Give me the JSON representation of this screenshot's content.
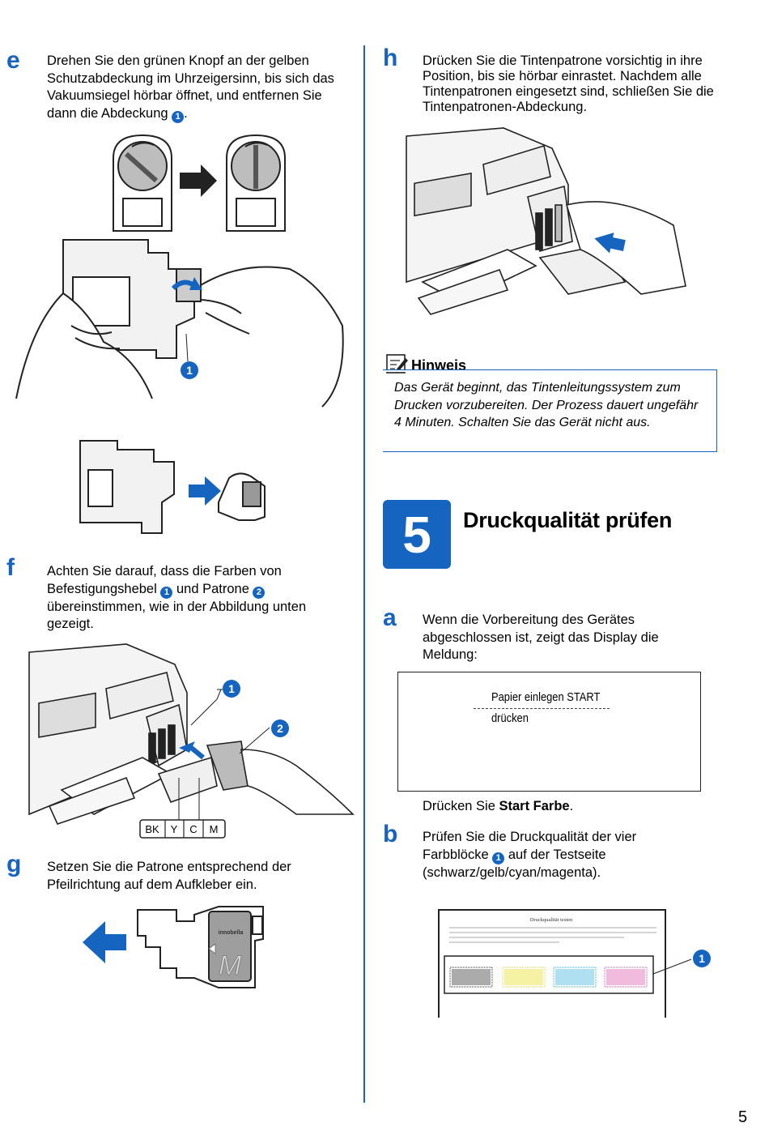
{
  "steps": {
    "e": {
      "letter": "e",
      "text": "Drehen Sie den grünen Knopf an der gelben Schutzabdeckung im Uhrzeigersinn, bis sich das Vakuumsiegel hörbar öffnet, und entfernen Sie dann die Abdeckung",
      "callout": "1",
      "text_end": "."
    },
    "f": {
      "letter": "f",
      "text_1": "Achten Sie darauf, dass die Farben von Befestigungshebel",
      "callout_1": "1",
      "text_2": "und Patrone",
      "callout_2": "2",
      "text_3": "übereinstimmen, wie in der Abbildung unten gezeigt."
    },
    "g": {
      "letter": "g",
      "text": "Setzen Sie die Patrone entsprechend der Pfeilrichtung auf dem Aufkleber ein."
    },
    "h": {
      "letter": "h",
      "text": "Drücken Sie die Tintenpatrone vorsichtig in ihre Position, bis sie hörbar einrastet. Nachdem alle Tintenpatronen eingesetzt sind, schließen Sie die Tintenpatronen-Abdeckung."
    }
  },
  "figures": {
    "e_callout": "1",
    "f_callout_1": "1",
    "f_callout_2": "2",
    "color_labels": [
      "BK",
      "Y",
      "C",
      "M"
    ],
    "cartridge_letter": "M",
    "cartridge_brand": "innobella",
    "quality_callout": "1",
    "test_page_title": "Druckqualität testen"
  },
  "hint": {
    "title": "Hinweis",
    "text": "Das Gerät beginnt, das Tintenleitungssystem zum Drucken vorzubereiten. Der Prozess dauert ungefähr 4 Minuten. Schalten Sie das Gerät nicht aus."
  },
  "section": {
    "number": "5",
    "title": "Druckqualität prüfen"
  },
  "sub_steps": {
    "a": {
      "letter": "a",
      "text": "Wenn die Vorbereitung des Gerätes abgeschlossen ist, zeigt das Display die Meldung:",
      "lcd_line1": "Papier einlegen START",
      "lcd_line2": "drücken",
      "after_prefix": "Drücken Sie ",
      "after_bold": "Start Farbe",
      "after_suffix": "."
    },
    "b": {
      "letter": "b",
      "text_1": "Prüfen Sie die Druckqualität der vier Farbblöcke",
      "callout": "1",
      "text_2": "auf der Testseite (schwarz/gelb/cyan/magenta)."
    }
  },
  "page_number": "5",
  "colors": {
    "accent": "#1565c0"
  }
}
